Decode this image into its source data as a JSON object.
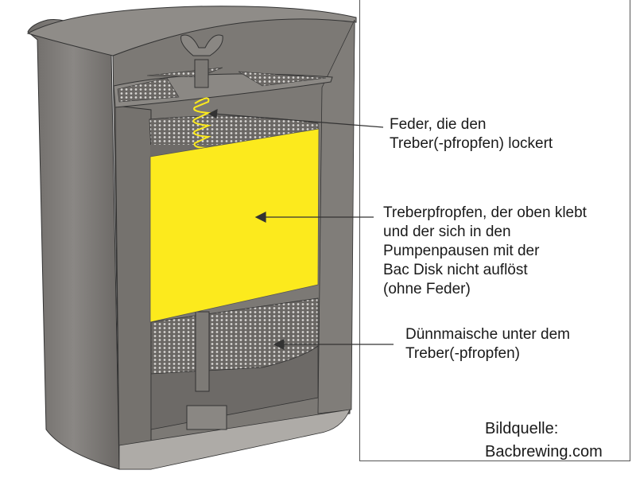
{
  "annotations": {
    "spring": {
      "lines": [
        "Feder, die den",
        "Treber(-pfropfen) lockert"
      ]
    },
    "grain_plug": {
      "lines": [
        "Treberpfropfen, der oben klebt",
        "und der sich in den",
        "Pumpenpausen mit der",
        "Bac Disk nicht auflöst",
        "(ohne Feder)"
      ]
    },
    "thin_mash": {
      "lines": [
        "Dünnmaische unter dem",
        "Treber(-pfropfen)"
      ]
    }
  },
  "source": {
    "lines": [
      "Bildquelle:",
      "Bacbrewing.com"
    ]
  },
  "colors": {
    "highlight": "#fcea1d",
    "metal": "#7a7773",
    "metal_dark": "#5f5c59",
    "metal_light": "#9a9794",
    "arrow": "#333333"
  }
}
